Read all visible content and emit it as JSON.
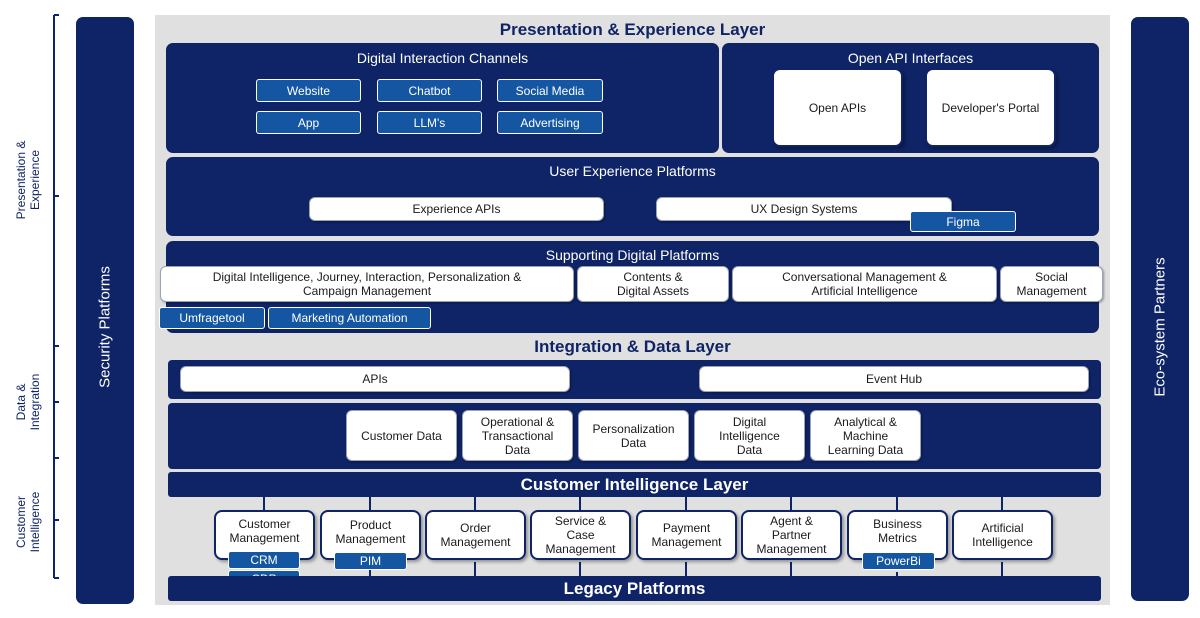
{
  "left_labels": [
    {
      "lines": [
        "Presentation &",
        "Experience"
      ]
    },
    {
      "lines": [
        "Data &",
        "Integration"
      ]
    },
    {
      "lines": [
        "Customer",
        "Intelligence"
      ]
    }
  ],
  "pillars": {
    "left": "Security Platforms",
    "right": "Eco-system Partners"
  },
  "presentation": {
    "title": "Presentation & Experience Layer",
    "channels": {
      "title": "Digital Interaction Channels",
      "items": [
        "Website",
        "Chatbot",
        "Social Media",
        "App",
        "LLM's",
        "Advertising"
      ]
    },
    "open_api": {
      "title": "Open API Interfaces",
      "items": [
        "Open APIs",
        "Developer's Portal"
      ]
    },
    "ux": {
      "title": "User Experience Platforms",
      "items": [
        "Experience APIs",
        "UX Design Systems"
      ],
      "tag": "Figma"
    },
    "supporting": {
      "title": "Supporting Digital Platforms",
      "items": [
        [
          "Digital Intelligence, Journey, Interaction, Personalization &",
          "Campaign Management"
        ],
        [
          "Contents &",
          "Digital Assets"
        ],
        [
          "Conversational Management &",
          "Artificial Intelligence"
        ],
        [
          "Social",
          "Management"
        ]
      ],
      "tags": [
        "Umfragetool",
        "Marketing Automation"
      ]
    }
  },
  "integration": {
    "title": "Integration & Data Layer",
    "bars": [
      "APIs",
      "Event Hub"
    ],
    "data_items": [
      [
        "Customer Data"
      ],
      [
        "Operational &",
        "Transactional",
        "Data"
      ],
      [
        "Personalization",
        "Data"
      ],
      [
        "Digital",
        "Intelligence",
        "Data"
      ],
      [
        "Analytical &",
        "Machine",
        "Learning Data"
      ]
    ]
  },
  "customer_intelligence": {
    "title": "Customer Intelligence Layer",
    "items": [
      [
        "Customer",
        "Management"
      ],
      [
        "Product",
        "Management"
      ],
      [
        "Order",
        "Management"
      ],
      [
        "Service &",
        "Case",
        "Management"
      ],
      [
        "Payment",
        "Management"
      ],
      [
        "Agent &",
        "Partner",
        "Management"
      ],
      [
        "Business",
        "Metrics"
      ],
      [
        "Artificial",
        "Intelligence"
      ]
    ],
    "tags": [
      "CRM",
      "CDP",
      "PIM",
      "PowerBi"
    ]
  },
  "legacy": {
    "title": "Legacy Platforms"
  }
}
